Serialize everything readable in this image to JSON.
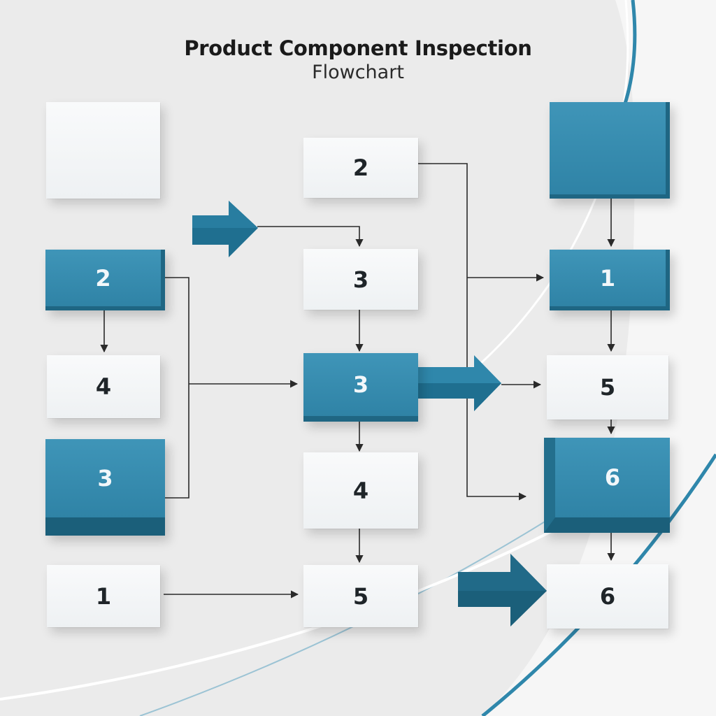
{
  "title": "Product Component Inspection",
  "subtitle": "Flowchart",
  "colors": {
    "accent": "#2f87ab",
    "accent_dark": "#1b5f7a",
    "light_box": "#f3f5f6",
    "line": "#2a2a2a"
  },
  "nodes": {
    "left_top": "",
    "left_2": "2",
    "left_4": "4",
    "left_3": "3",
    "left_1": "1",
    "mid_2": "2",
    "mid_3a": "3",
    "mid_3b": "3",
    "mid_4": "4",
    "mid_5": "5",
    "right_top": "",
    "right_1": "1",
    "right_5": "5",
    "right_6a": "6",
    "right_6b": "6"
  }
}
